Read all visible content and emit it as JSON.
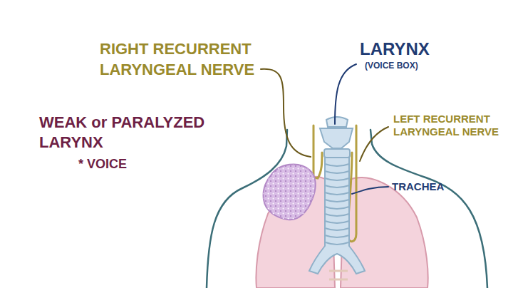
{
  "diagram": {
    "labels": [
      "RIGHT RECURRENT LARYNGEAL NERVE",
      "LARYNX",
      "(VOICE BOX)",
      "LEFT RECURRENT LARYNGEAL NERVE",
      "TRACHEA",
      "WEAK or PARALYZED LARYNX",
      "* VOICE"
    ]
  }
}
